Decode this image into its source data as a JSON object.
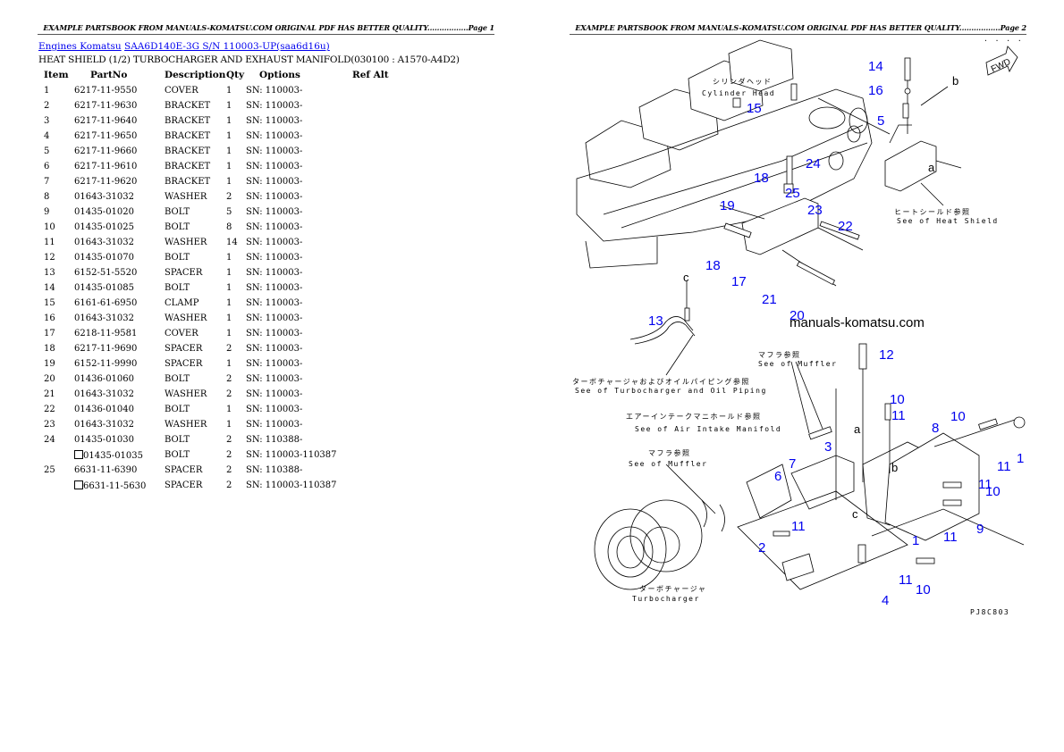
{
  "pages": [
    {
      "header": "EXAMPLE PARTSBOOK FROM MANUALS-KOMATSU.COM ORIGINAL PDF HAS BETTER QUALITY.................Page 1"
    },
    {
      "header": "EXAMPLE PARTSBOOK FROM MANUALS-KOMATSU.COM ORIGINAL PDF HAS BETTER QUALITY.................Page 2"
    }
  ],
  "breadcrumb": {
    "link1": "Engines Komatsu",
    "link2": "SAA6D140E-3G S/N 110003-UP(saa6d16u)"
  },
  "subtitle": "HEAT SHIELD (1/2) TURBOCHARGER AND EXHAUST MANIFOLD(030100 : A1570-A4D2)",
  "table": {
    "headers": {
      "item": "Item",
      "partno": "PartNo",
      "description": "Description",
      "qty": "Qty",
      "options": "Options",
      "refalt": "Ref Alt"
    },
    "rows": [
      {
        "item": "1",
        "partno": "6217-11-9550",
        "description": "COVER",
        "qty": "1",
        "options": "SN: 110003-"
      },
      {
        "item": "2",
        "partno": "6217-11-9630",
        "description": "BRACKET",
        "qty": "1",
        "options": "SN: 110003-"
      },
      {
        "item": "3",
        "partno": "6217-11-9640",
        "description": "BRACKET",
        "qty": "1",
        "options": "SN: 110003-"
      },
      {
        "item": "4",
        "partno": "6217-11-9650",
        "description": "BRACKET",
        "qty": "1",
        "options": "SN: 110003-"
      },
      {
        "item": "5",
        "partno": "6217-11-9660",
        "description": "BRACKET",
        "qty": "1",
        "options": "SN: 110003-"
      },
      {
        "item": "6",
        "partno": "6217-11-9610",
        "description": "BRACKET",
        "qty": "1",
        "options": "SN: 110003-"
      },
      {
        "item": "7",
        "partno": "6217-11-9620",
        "description": "BRACKET",
        "qty": "1",
        "options": "SN: 110003-"
      },
      {
        "item": "8",
        "partno": "01643-31032",
        "description": "WASHER",
        "qty": "2",
        "options": "SN: 110003-"
      },
      {
        "item": "9",
        "partno": "01435-01020",
        "description": "BOLT",
        "qty": "5",
        "options": "SN: 110003-"
      },
      {
        "item": "10",
        "partno": "01435-01025",
        "description": "BOLT",
        "qty": "8",
        "options": "SN: 110003-"
      },
      {
        "item": "11",
        "partno": "01643-31032",
        "description": "WASHER",
        "qty": "14",
        "options": "SN: 110003-"
      },
      {
        "item": "12",
        "partno": "01435-01070",
        "description": "BOLT",
        "qty": "1",
        "options": "SN: 110003-"
      },
      {
        "item": "13",
        "partno": "6152-51-5520",
        "description": "SPACER",
        "qty": "1",
        "options": "SN: 110003-"
      },
      {
        "item": "14",
        "partno": "01435-01085",
        "description": "BOLT",
        "qty": "1",
        "options": "SN: 110003-"
      },
      {
        "item": "15",
        "partno": "6161-61-6950",
        "description": "CLAMP",
        "qty": "1",
        "options": "SN: 110003-"
      },
      {
        "item": "16",
        "partno": "01643-31032",
        "description": "WASHER",
        "qty": "1",
        "options": "SN: 110003-"
      },
      {
        "item": "17",
        "partno": "6218-11-9581",
        "description": "COVER",
        "qty": "1",
        "options": "SN: 110003-"
      },
      {
        "item": "18",
        "partno": "6217-11-9690",
        "description": "SPACER",
        "qty": "2",
        "options": "SN: 110003-"
      },
      {
        "item": "19",
        "partno": "6152-11-9990",
        "description": "SPACER",
        "qty": "1",
        "options": "SN: 110003-"
      },
      {
        "item": "20",
        "partno": "01436-01060",
        "description": "BOLT",
        "qty": "2",
        "options": "SN: 110003-"
      },
      {
        "item": "21",
        "partno": "01643-31032",
        "description": "WASHER",
        "qty": "2",
        "options": "SN: 110003-"
      },
      {
        "item": "22",
        "partno": "01436-01040",
        "description": "BOLT",
        "qty": "1",
        "options": "SN: 110003-"
      },
      {
        "item": "23",
        "partno": "01643-31032",
        "description": "WASHER",
        "qty": "1",
        "options": "SN: 110003-"
      },
      {
        "item": "24",
        "partno": "01435-01030",
        "description": "BOLT",
        "qty": "2",
        "options": "SN: 110388-"
      },
      {
        "item": "",
        "partno": "01435-01035",
        "description": "BOLT",
        "qty": "2",
        "options": "SN: 110003-110387",
        "alt": true
      },
      {
        "item": "25",
        "partno": "6631-11-6390",
        "description": "SPACER",
        "qty": "2",
        "options": "SN: 110388-"
      },
      {
        "item": "",
        "partno": "6631-11-5630",
        "description": "SPACER",
        "qty": "2",
        "options": "SN: 110003-110387",
        "alt": true
      }
    ]
  },
  "diagram": {
    "watermark": "manuals-komatsu.com",
    "drawing_code": "PJ8C803",
    "fwd_label": "FWD",
    "labels": {
      "cylinder_head_jp": "シリンダヘッド",
      "cylinder_head_en": "Cylinder Head",
      "heat_shield_jp": "ヒートシールド参照",
      "heat_shield_en": "See of Heat Shield",
      "turbo_oil_jp": "ターボチャージャおよびオイルパイピング参照",
      "turbo_oil_en": "See of Turbocharger and Oil Piping",
      "muffler_jp_1": "マフラ参照",
      "muffler_en_1": "See of Muffler",
      "air_intake_jp": "エアーインテークマニホールド参照",
      "air_intake_en": "See of Air Intake Manifold",
      "muffler_jp_2": "マフラ参照",
      "muffler_en_2": "See of Muffler",
      "turbo_jp": "ターボチャージャ",
      "turbo_en": "Turbocharger"
    },
    "callouts": [
      "14",
      "16",
      "5",
      "b",
      "a",
      "15",
      "24",
      "18",
      "25",
      "23",
      "22",
      "19",
      "18",
      "17",
      "21",
      "20",
      "c",
      "13",
      "12",
      "10",
      "11",
      "8",
      "10",
      "11",
      "1",
      "3",
      "7",
      "6",
      "11",
      "2",
      "11",
      "10",
      "9",
      "11",
      "1",
      "4",
      "11",
      "10",
      "c",
      "b",
      "a"
    ]
  }
}
